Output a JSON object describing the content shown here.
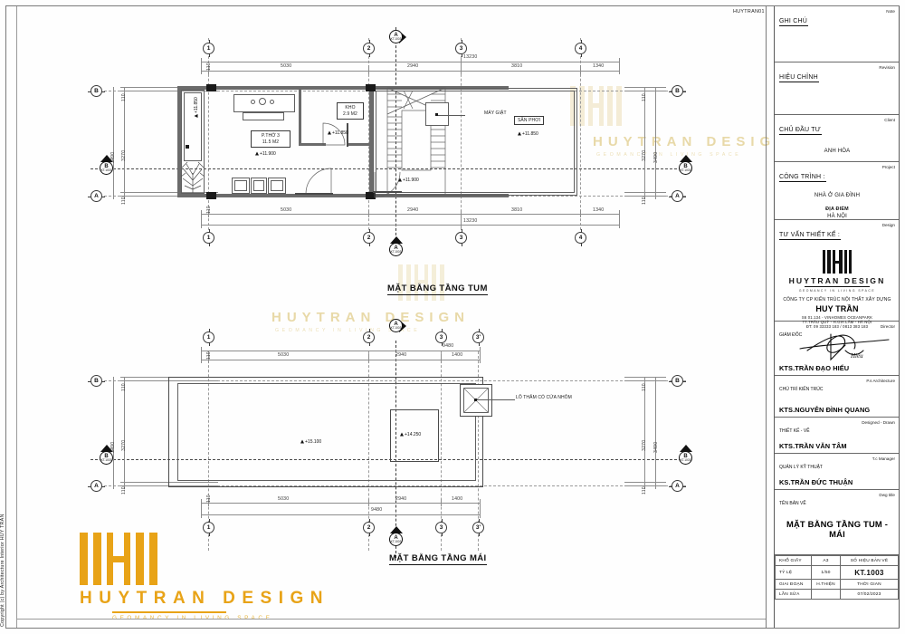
{
  "sheet": {
    "drawing_number_tag": "HUYTRAN01",
    "copyright": "Copyright (c) by  Architecture Interior HUY TRAN"
  },
  "watermarks": [
    {
      "text": "HUYTRAN DESIGN",
      "sub": "GEOMANCY IN LIVING SPACE"
    }
  ],
  "brand": {
    "name": "HUYTRAN DESIGN",
    "tagline": "GEOMANCY IN LIVING SPACE",
    "color": "#e8a317"
  },
  "title_block": {
    "note": {
      "label": "GHI CHÚ",
      "en": "Note",
      "value": ""
    },
    "revision": {
      "label": "HIỆU CHỈNH",
      "en": "Revision",
      "value": ""
    },
    "client": {
      "label": "CHỦ ĐẦU TƯ",
      "en": "Client",
      "value": "ANH HÒA"
    },
    "project": {
      "label": "CÔNG TRÌNH :",
      "en": "Project",
      "value": "NHÀ Ở GIA ĐÌNH",
      "location_label": "ĐỊA ĐIỂM",
      "location_value": "HÀ NỘI"
    },
    "design_consultant": {
      "label": "TƯ VẤN THIẾT KẾ :",
      "en": "Design"
    },
    "company": {
      "line1": "CÔNG TY CP KIẾN TRÚC NỘI THẤT XÂY DỰNG",
      "name": "HUY TRẦN",
      "address1": "S6 01.134 - VINHOMES OCEANPARK",
      "address2": "TT.TRÂU QUỲ - H.GIA LÂM - HÀ NỘI",
      "phone": "ĐT: 09 33333 183 / 0813 383 183"
    },
    "signatories": [
      {
        "role": "GIÁM ĐỐC",
        "en": "Director",
        "name": "KTS.TRẦN ĐẠO HIẾU",
        "signed": true
      },
      {
        "role": "CHỦ TRÌ KIẾN TRÚC",
        "en": "P.s Architecture",
        "name": "KTS.NGUYỄN ĐÌNH QUANG",
        "signed": false
      },
      {
        "role": "THIẾT KẾ - VẼ",
        "en": "Designed - Drawn",
        "name": "KTS.TRẦN VĂN TÂM",
        "signed": false
      },
      {
        "role": "QUẢN LÝ KỸ THUẬT",
        "en": "T.c Manager",
        "name": "KS.TRẦN ĐỨC THUẬN",
        "signed": false
      }
    ],
    "drawing_title": {
      "label": "TÊN BẢN VẼ",
      "en": "Dwg title",
      "value": "MẶT BẰNG TẦNG TUM - MÁI"
    },
    "info_table": {
      "paper_label": "KHỔ GIẤY",
      "paper_value": "A3",
      "dwgno_label": "SỐ HIỆU BẢN VẼ",
      "dwgno_value": "KT.1003",
      "scale_label": "TỶ LỆ",
      "scale_value": "1/50",
      "stage_label": "GIAI ĐOẠN",
      "stage_value": "H.THIỆN",
      "time_label": "THỜI GIAN",
      "time_value": "07/02/2023",
      "rev_label": "LẦN SỬA",
      "rev_value": ""
    }
  },
  "plans": [
    {
      "id": "tum",
      "title": "MẶT BẰNG TẦNG TUM",
      "grid_h": [
        "1",
        "2",
        "3",
        "4"
      ],
      "grid_v": [
        "A",
        "B"
      ],
      "dims_top": [
        "110",
        "5030",
        "2940",
        "3810",
        "1340"
      ],
      "dims_top_total": "13230",
      "dims_bottom": [
        "110",
        "5030",
        "2940",
        "3810",
        "1340"
      ],
      "dims_bottom_total": "13230",
      "dims_left": [
        "110",
        "3270",
        "110"
      ],
      "dims_left_total": "3490",
      "dims_right": [
        "110",
        "3270",
        "110"
      ],
      "dims_right_total": "3490",
      "section_marks": [
        {
          "name": "A",
          "ref": "KT.1003"
        },
        {
          "name": "B",
          "ref": "KT.1003"
        }
      ],
      "rooms": [
        {
          "name": "P.THỜ 3",
          "area": "11.5 M2"
        },
        {
          "name": "KHO",
          "area": "2.9 M2"
        }
      ],
      "labels": [
        "MÁY GIẶT",
        "SÂN PHƠI"
      ],
      "elevations": [
        "+11.850",
        "+11.900",
        "+11.850",
        "+11.900",
        "+11.850"
      ]
    },
    {
      "id": "mai",
      "title": "MẶT BẰNG TẦNG MÁI",
      "grid_h": [
        "1",
        "2",
        "3",
        "3'"
      ],
      "grid_v": [
        "A",
        "B"
      ],
      "dims_top": [
        "110",
        "5030",
        "2940",
        "1400"
      ],
      "dims_top_total": "9480",
      "dims_bottom": [
        "110",
        "5030",
        "2940",
        "1400"
      ],
      "dims_bottom_total": "9480",
      "dims_left": [
        "110",
        "3270",
        "110"
      ],
      "dims_left_total": "3490",
      "dims_right": [
        "110",
        "3270",
        "110"
      ],
      "dims_right_total": "3490",
      "section_marks": [
        {
          "name": "A",
          "ref": "KT.1003"
        },
        {
          "name": "B",
          "ref": "KT.1003"
        }
      ],
      "labels": [
        "LỖ THĂM CÓ CỬA NHÔM"
      ],
      "elevations": [
        "+15.100",
        "+14.250"
      ]
    }
  ]
}
